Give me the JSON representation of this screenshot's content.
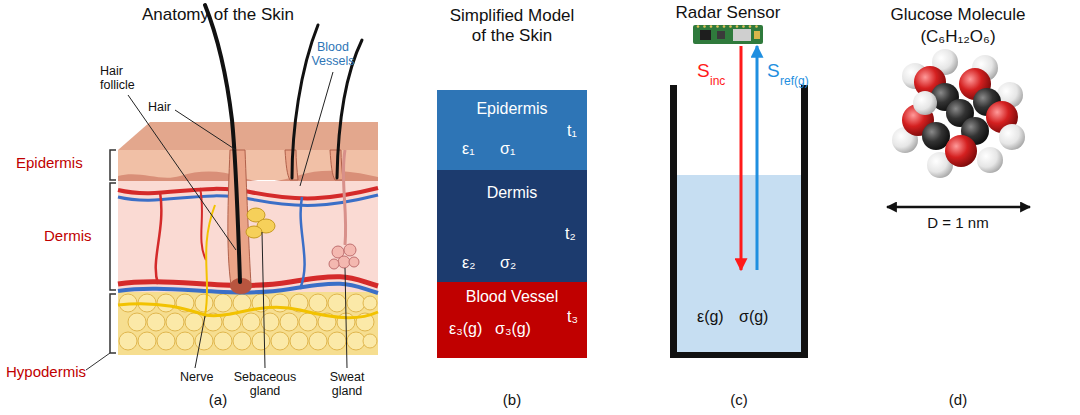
{
  "diagram": {
    "nodes": [
      {
        "text": [
          "Epidermis",
          "ε₁",
          "σ₁",
          "t₁"
        ]
      },
      {
        "text": [
          "Dermis",
          "ε₂",
          "σ₂",
          "t₂"
        ]
      },
      {
        "text": [
          "Blood Vessel",
          "ε₃(g)",
          "σ₃(g)",
          "t₃"
        ]
      },
      {
        "text": [
          "Radar Sensor"
        ]
      },
      {
        "text": [
          "ε(g)",
          "σ(g)"
        ]
      }
    ],
    "edges": [
      {
        "from": 3,
        "to": 4,
        "arrow": "to"
      },
      {
        "from": 4,
        "to": 3,
        "arrow": "to"
      }
    ],
    "labels": [
      "Anatomy of the Skin",
      "Hair follicle",
      "Hair",
      "Blood Vessels",
      "Epidermis",
      "Dermis",
      "Hypodermis",
      "Nerve",
      "Sebaceous gland",
      "Sweat gland",
      "(a)",
      "Simplified Model of the Skin",
      "(b)",
      "S",
      "inc",
      "S",
      "ref(g)",
      "(c)",
      "Glucose Molecule",
      "(C₆H₁₂O₆)",
      "D = 1 nm",
      "(d)"
    ]
  }
}
